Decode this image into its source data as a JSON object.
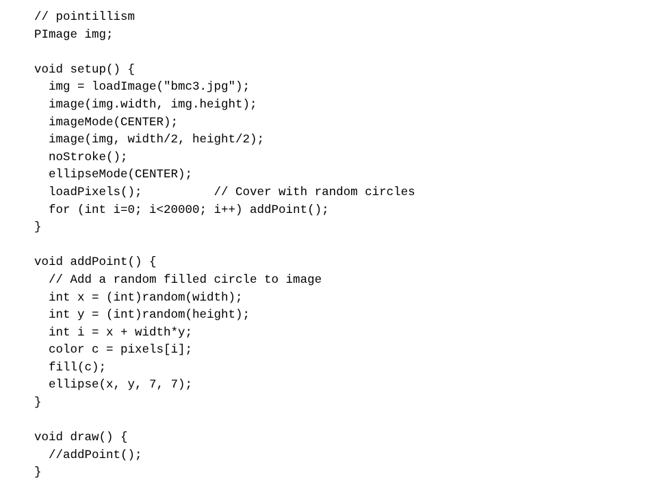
{
  "code": {
    "lines": [
      "// pointillism",
      "PImage img;",
      "",
      "void setup() {",
      "  img = loadImage(\"bmc3.jpg\");",
      "  image(img.width, img.height);",
      "  imageMode(CENTER);",
      "  image(img, width/2, height/2);",
      "  noStroke();",
      "  ellipseMode(CENTER);",
      "  loadPixels();          // Cover with random circles",
      "  for (int i=0; i<20000; i++) addPoint();",
      "}",
      "",
      "void addPoint() {",
      "  // Add a random filled circle to image",
      "  int x = (int)random(width);",
      "  int y = (int)random(height);",
      "  int i = x + width*y;",
      "  color c = pixels[i];",
      "  fill(c);",
      "  ellipse(x, y, 7, 7);",
      "}",
      "",
      "void draw() {",
      "  //addPoint();",
      "}"
    ]
  }
}
